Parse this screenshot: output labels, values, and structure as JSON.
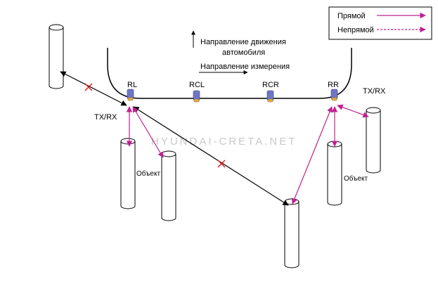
{
  "legend": {
    "direct_label": "Прямой",
    "indirect_label": "Непрямой"
  },
  "labels": {
    "movement_line1": "Направление движения",
    "movement_line2": "автомобиля",
    "measurement": "Направление измерения",
    "txrx_left": "TX/RX",
    "txrx_right": "TX/RX",
    "object_left": "Объект",
    "object_right": "Объект",
    "watermark": "HYUNDAI-CRETA.NET"
  },
  "sensors": [
    {
      "id": "rl",
      "label": "RL"
    },
    {
      "id": "rcl",
      "label": "RCL"
    },
    {
      "id": "rcr",
      "label": "RCR"
    },
    {
      "id": "rr",
      "label": "RR"
    }
  ],
  "colors": {
    "direct": "#c0208f",
    "indirect": "#c0208f",
    "black_arrow": "#000000",
    "cross": "#e01818",
    "sensor_body": "#6f76c8",
    "sensor_tip": "#e0b040"
  }
}
